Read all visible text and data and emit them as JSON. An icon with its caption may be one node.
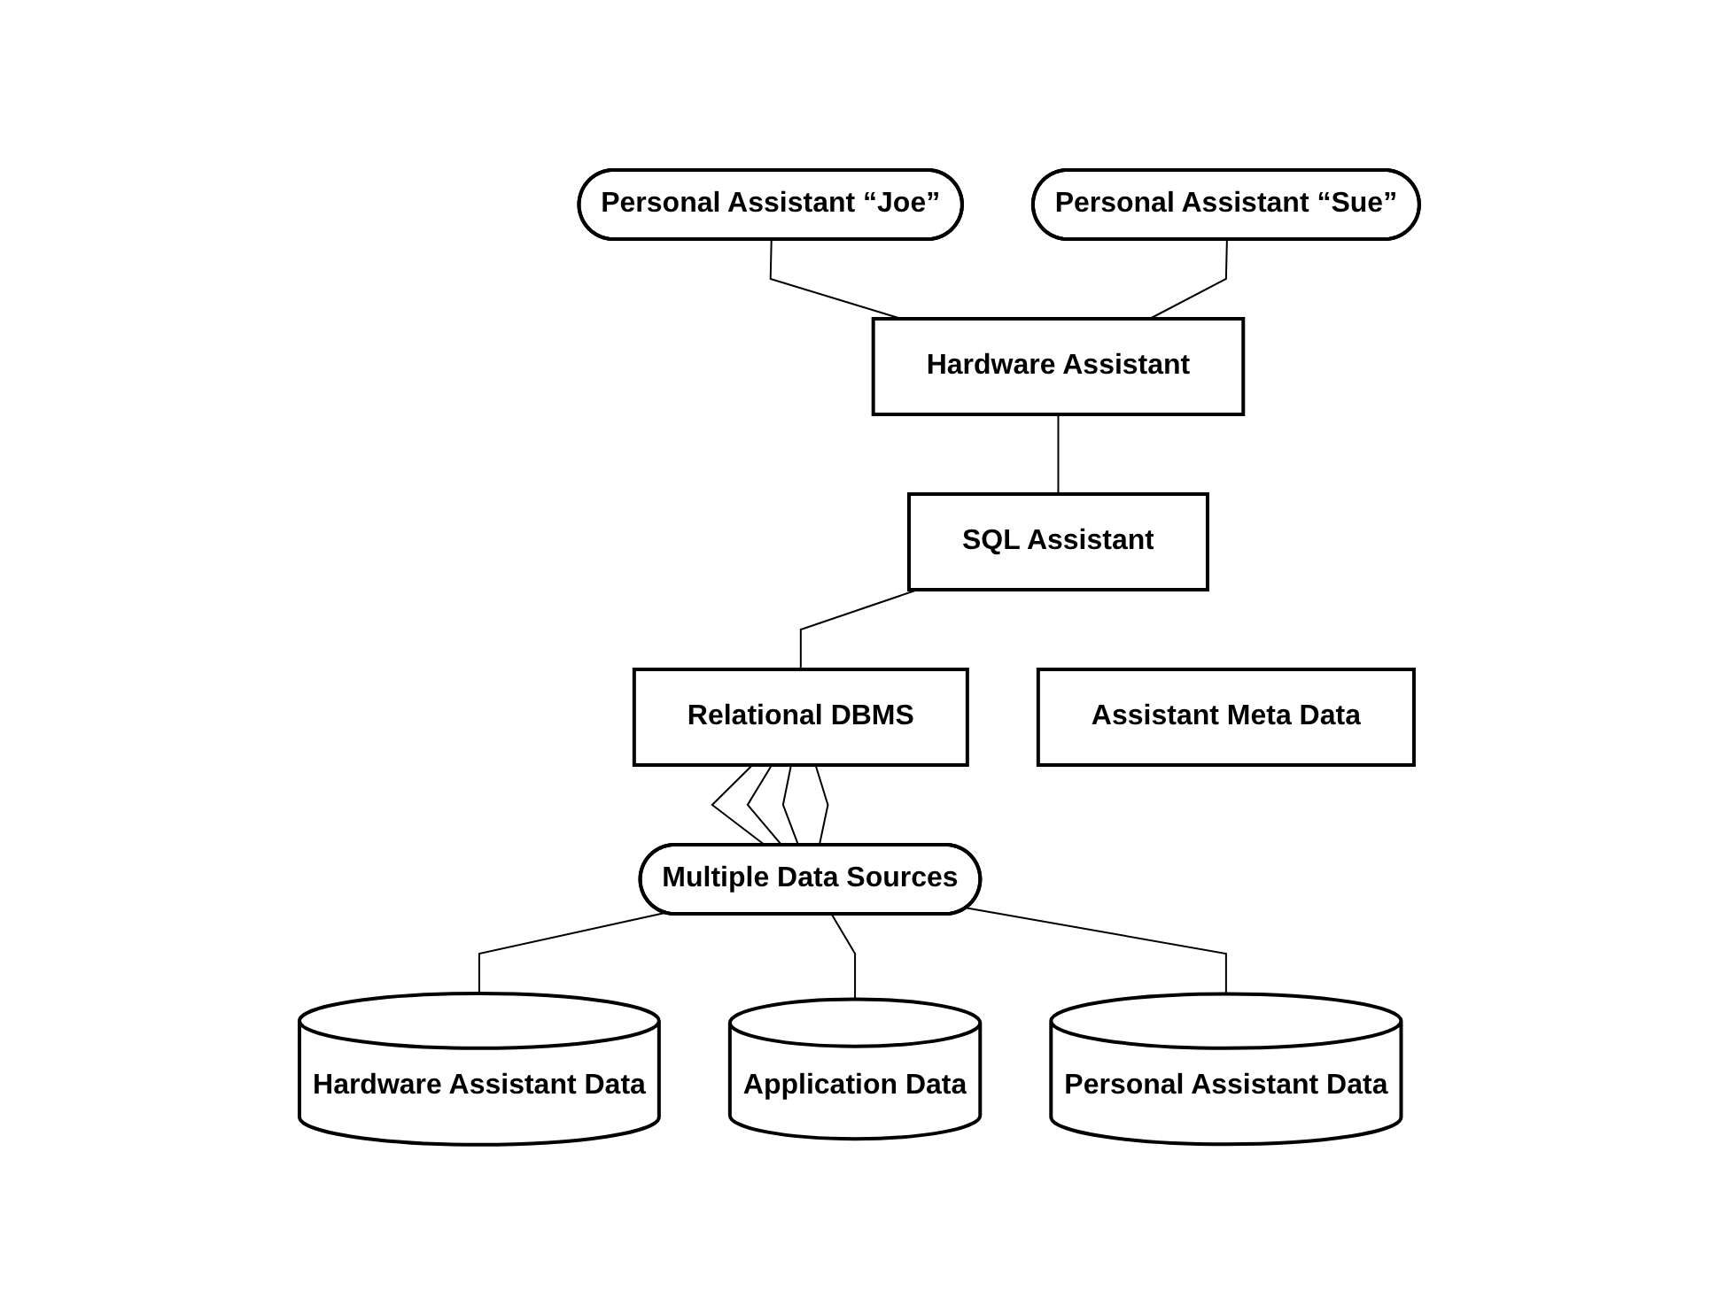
{
  "diagram": {
    "nodes": [
      {
        "text": [
          "Personal Assistant “Joe”"
        ]
      },
      {
        "text": [
          "Personal Assistant “Sue”"
        ]
      },
      {
        "text": [
          "Hardware Assistant"
        ]
      },
      {
        "text": [
          "SQL Assistant"
        ]
      },
      {
        "text": [
          "Relational DBMS"
        ]
      },
      {
        "text": [
          "Assistant Meta Data"
        ]
      },
      {
        "text": [
          "Multiple Data Sources"
        ]
      },
      {
        "text": [
          "Hardware Assistant Data"
        ]
      },
      {
        "text": [
          "Application Data"
        ]
      },
      {
        "text": [
          "Personal Assistant Data"
        ]
      }
    ],
    "edges": [
      {
        "from": 0,
        "to": 2,
        "arrow": "none"
      },
      {
        "from": 1,
        "to": 2,
        "arrow": "none"
      },
      {
        "from": 2,
        "to": 3,
        "arrow": "none"
      },
      {
        "from": 3,
        "to": 4,
        "arrow": "none"
      },
      {
        "from": 4,
        "to": 6,
        "arrow": "none"
      },
      {
        "from": 4,
        "to": 6,
        "arrow": "none"
      },
      {
        "from": 4,
        "to": 6,
        "arrow": "none"
      },
      {
        "from": 4,
        "to": 6,
        "arrow": "none"
      },
      {
        "from": 6,
        "to": 7,
        "arrow": "none"
      },
      {
        "from": 6,
        "to": 8,
        "arrow": "none"
      },
      {
        "from": 6,
        "to": 9,
        "arrow": "none"
      }
    ]
  }
}
